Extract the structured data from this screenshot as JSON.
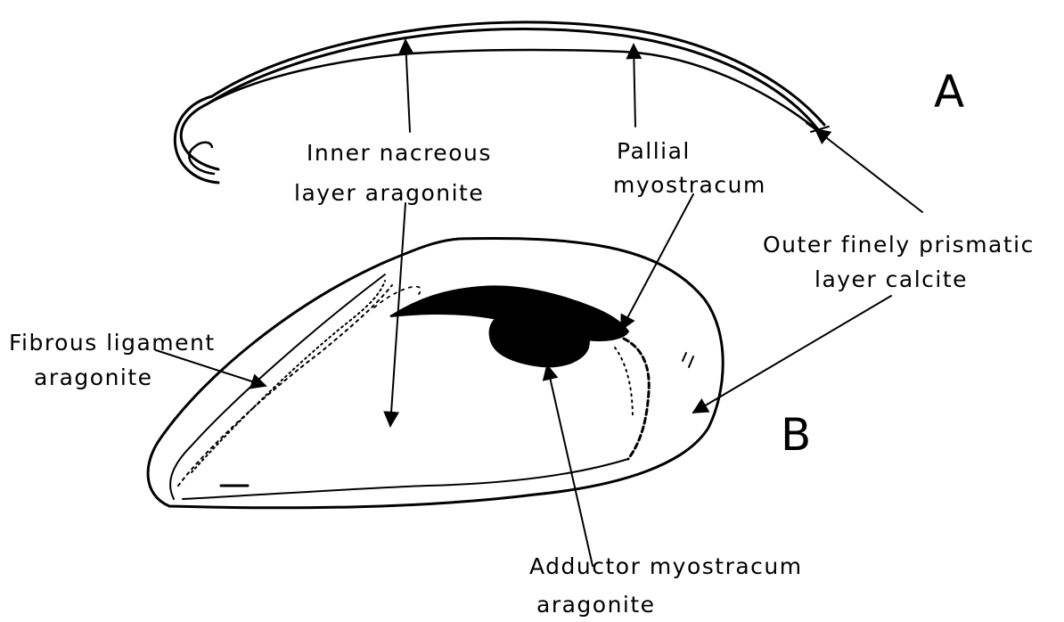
{
  "panels": {
    "a": "A",
    "b": "B"
  },
  "labels": {
    "inner_nacreous_1": "Inner nacreous",
    "inner_nacreous_2": "layer aragonite",
    "pallial_1": "Pallial",
    "pallial_2": "myostracum",
    "outer_prismatic_1": "Outer finely prismatic",
    "outer_prismatic_2": "layer calcite",
    "fibrous_1": "Fibrous ligament",
    "fibrous_2": "aragonite",
    "adductor_1": "Adductor myostracum",
    "adductor_2": "aragonite"
  },
  "colors": {
    "ink": "#000000",
    "background": "#ffffff"
  }
}
